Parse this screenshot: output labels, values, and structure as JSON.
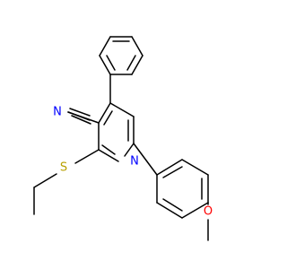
{
  "molecule": {
    "atoms": {
      "nitrile_n": "N",
      "ring_n": "N",
      "sulfur": "S",
      "oxygen": "O"
    },
    "colors": {
      "bond": "#000000",
      "nitrogen": "#0000ff",
      "sulfur": "#b8a000",
      "oxygen": "#ff0000",
      "background": "#ffffff"
    }
  }
}
